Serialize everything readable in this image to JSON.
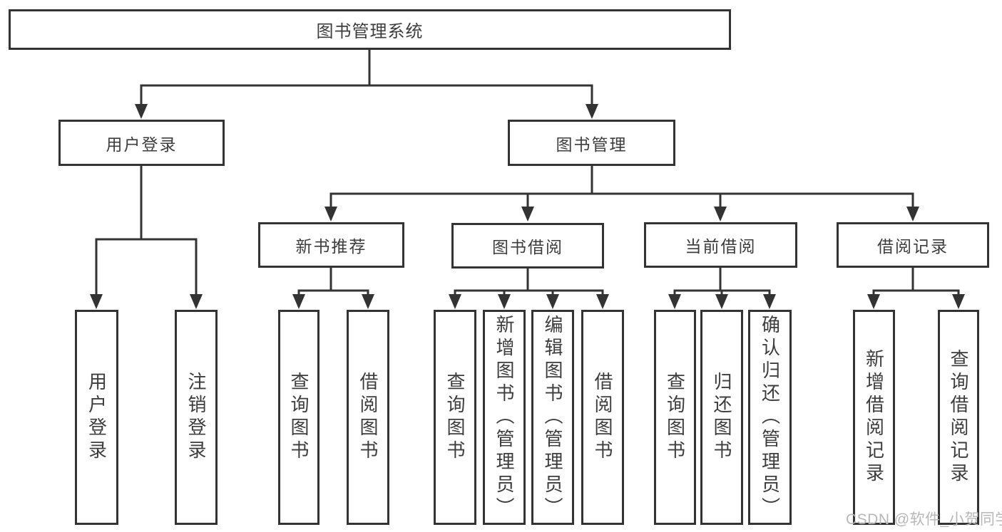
{
  "diagram": {
    "title": "图书管理系统",
    "nodes": {
      "root": "图书管理系统",
      "user_login": "用户登录",
      "book_mgmt": "图书管理",
      "new_book_rec": "新书推荐",
      "book_borrow": "图书借阅",
      "current_borrow": "当前借阅",
      "borrow_record": "借阅记录",
      "leaf_user_login": "用户登录",
      "leaf_logout": "注销登录",
      "leaf_query_book_a": "查询图书",
      "leaf_borrow_book_a": "借阅图书",
      "leaf_query_book_b": "查询图书",
      "leaf_add_book_admin": "新增图书（管理员）",
      "leaf_edit_book_admin": "编辑图书（管理员）",
      "leaf_borrow_book_b": "借阅图书",
      "leaf_query_book_c": "查询图书",
      "leaf_return_book": "归还图书",
      "leaf_confirm_return_admin": "确认归还（管理员）",
      "leaf_add_borrow_record": "新增借阅记录",
      "leaf_query_borrow_record": "查询借阅记录"
    },
    "hierarchy": {
      "图书管理系统": {
        "用户登录": [
          "用户登录",
          "注销登录"
        ],
        "图书管理": {
          "新书推荐": [
            "查询图书",
            "借阅图书"
          ],
          "图书借阅": [
            "查询图书",
            "新增图书（管理员）",
            "编辑图书（管理员）",
            "借阅图书"
          ],
          "当前借阅": [
            "查询图书",
            "归还图书",
            "确认归还（管理员）"
          ],
          "借阅记录": [
            "新增借阅记录",
            "查询借阅记录"
          ]
        }
      }
    }
  },
  "watermark": {
    "text": "CSDN @软件_小贺同学"
  },
  "colors": {
    "line": "#333333",
    "box_border": "#333333",
    "box_fill": "#ffffff",
    "text": "#3d3d3d",
    "watermark": "#b7b7b7",
    "background": "#ffffff"
  }
}
